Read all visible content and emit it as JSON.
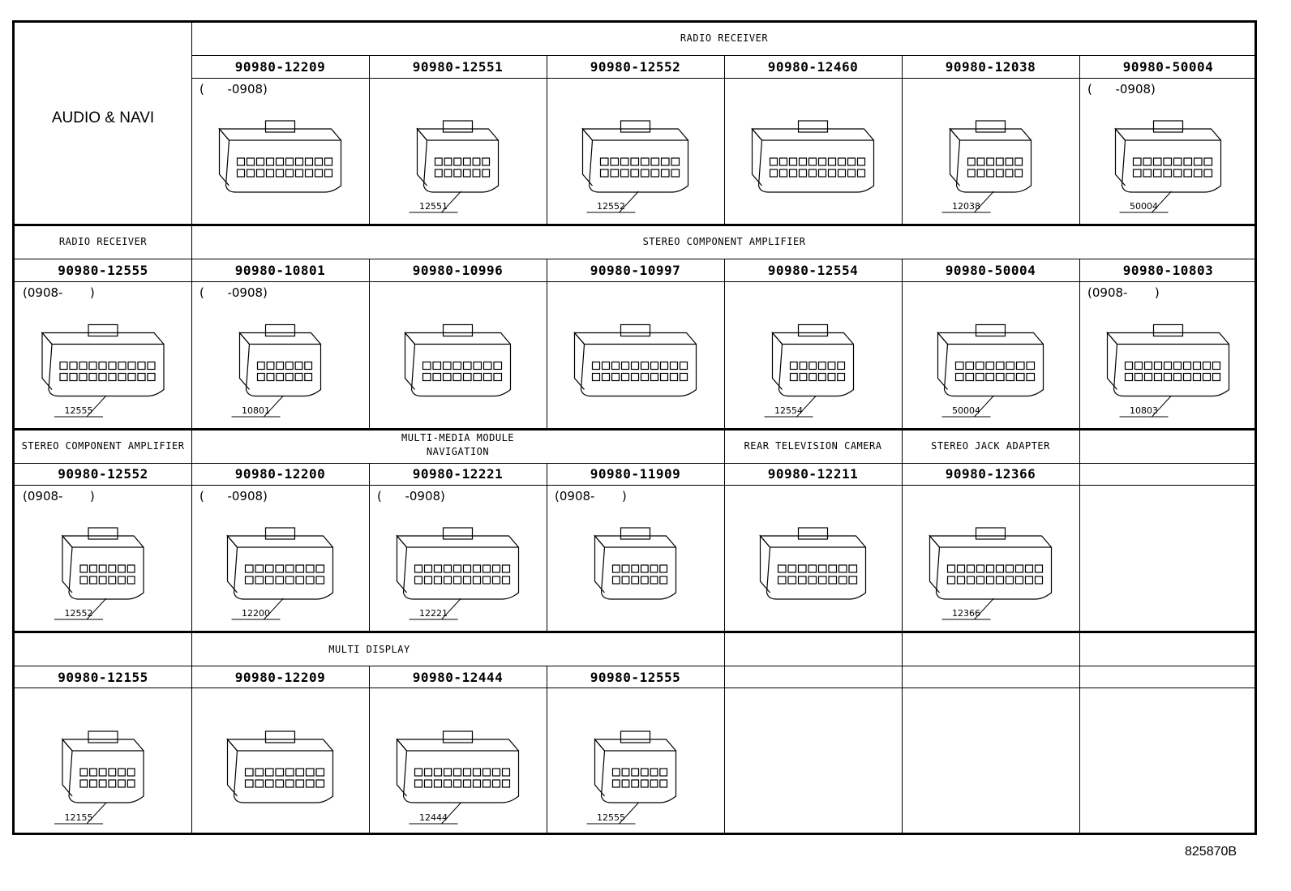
{
  "title": "AUDIO & NAVI",
  "reference": "825870B",
  "rows": [
    {
      "categories": [
        {
          "text": "RADIO RECEIVER"
        }
      ],
      "cells": [
        {
          "part": "90980-12209",
          "date": "(      -0908)",
          "label": ""
        },
        {
          "part": "90980-12551",
          "date": "",
          "label": "12551"
        },
        {
          "part": "90980-12552",
          "date": "",
          "label": "12552"
        },
        {
          "part": "90980-12460",
          "date": "",
          "label": ""
        },
        {
          "part": "90980-12038",
          "date": "",
          "label": "12038"
        },
        {
          "part": "90980-50004",
          "date": "(      -0908)",
          "label": "50004"
        }
      ]
    },
    {
      "categories": [
        {
          "text": "RADIO RECEIVER"
        },
        {
          "text": "STEREO COMPONENT AMPLIFIER"
        }
      ],
      "cells": [
        {
          "part": "90980-12555",
          "date": "(0908-       )",
          "label": "12555"
        },
        {
          "part": "90980-10801",
          "date": "(      -0908)",
          "label": "10801"
        },
        {
          "part": "90980-10996",
          "date": "",
          "label": ""
        },
        {
          "part": "90980-10997",
          "date": "",
          "label": ""
        },
        {
          "part": "90980-12554",
          "date": "",
          "label": "12554"
        },
        {
          "part": "90980-50004",
          "date": "",
          "label": "50004"
        },
        {
          "part": "90980-10803",
          "date": "(0908-       )",
          "label": "10803"
        }
      ]
    },
    {
      "categories": [
        {
          "text": "STEREO COMPONENT AMPLIFIER"
        },
        {
          "text": "MULTI-MEDIA MODULE",
          "text2": "NAVIGATION"
        },
        {
          "text": "REAR TELEVISION CAMERA"
        },
        {
          "text": "STEREO JACK ADAPTER"
        }
      ],
      "cells": [
        {
          "part": "90980-12552",
          "date": "(0908-       )",
          "label": "12552"
        },
        {
          "part": "90980-12200",
          "date": "(      -0908)",
          "label": "12200"
        },
        {
          "part": "90980-12221",
          "date": "(      -0908)",
          "label": "12221"
        },
        {
          "part": "90980-11909",
          "date": "(0908-       )",
          "label": ""
        },
        {
          "part": "90980-12211",
          "date": "",
          "label": ""
        },
        {
          "part": "90980-12366",
          "date": "",
          "label": "12366"
        }
      ]
    },
    {
      "categories": [
        {
          "text": "MULTI DISPLAY"
        }
      ],
      "cells": [
        {
          "part": "90980-12155",
          "date": "",
          "label": "12155"
        },
        {
          "part": "90980-12209",
          "date": "",
          "label": ""
        },
        {
          "part": "90980-12444",
          "date": "",
          "label": "12444"
        },
        {
          "part": "90980-12555",
          "date": "",
          "label": "12555"
        }
      ]
    }
  ]
}
